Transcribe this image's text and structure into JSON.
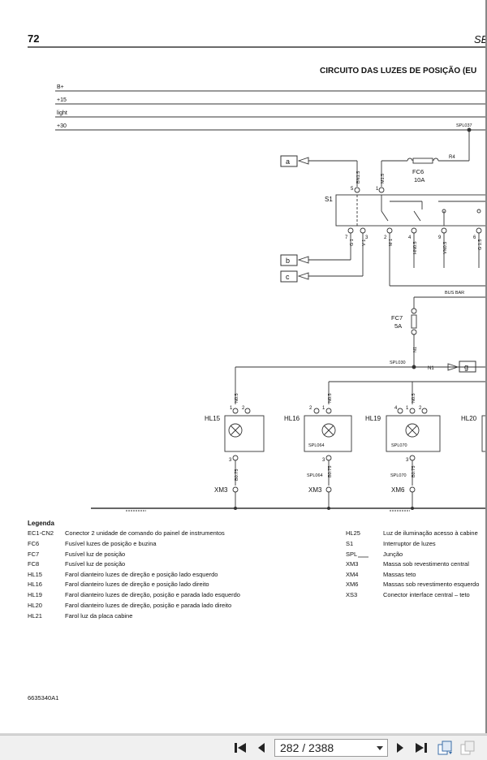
{
  "page": {
    "number": "72",
    "header_right": "SE",
    "title": "CIRCUITO DAS LUZES DE POSIÇÃO (EU",
    "doc_code": "6635340A1"
  },
  "rails": [
    "B+",
    "+15",
    "light",
    "+30"
  ],
  "diagram": {
    "spl037": "SPL037",
    "r4": "R4",
    "fc6_name": "FC6",
    "fc6_rating": "10A",
    "s1": "S1",
    "box_a": "a",
    "box_b": "b",
    "box_c": "c",
    "box_g": "g",
    "bus_bar": "BUS BAR",
    "fc7_name": "FC7",
    "fc7_rating": "5A",
    "spl030": "SPL030",
    "n1_wire": "N1",
    "n1_arrow": "N1",
    "w_bn15": "BN1.5",
    "w_m15": "M1.5",
    "w_g1": "G 1",
    "w_v1": "V 1",
    "w_m1": "M 1",
    "w_hn05": "HN0.5",
    "w_vn05": "VN0.5",
    "w_g15": "G 1.5",
    "pin5": "5",
    "pin1": "1",
    "pin7": "7",
    "pin3": "3",
    "pin2": "2",
    "pin4": "4",
    "pin9": "9",
    "pin6": "6",
    "lamps": [
      {
        "name": "HL15",
        "wire_top": "N0.5",
        "wire_bottom": "B0.75",
        "ground": "XM3"
      },
      {
        "name": "HL16",
        "wire_top": "N0.5",
        "wire_bottom": "B0.75",
        "ground": "XM3",
        "spl_in": "SPL064",
        "spl_out": "SPL064"
      },
      {
        "name": "HL19",
        "wire_top": "N0.5",
        "wire_bottom": "B0.75",
        "ground": "XM6",
        "spl_in": "SPL070",
        "spl_out": "SPL070"
      },
      {
        "name": "HL20"
      }
    ],
    "lamp_pins": {
      "p1": "1",
      "p2": "2",
      "p3": "3",
      "p4": "4"
    }
  },
  "legend": {
    "title": "Legenda",
    "left": [
      [
        "EC1-CN2",
        "Conector 2 unidade de comando do painel de instrumentos"
      ],
      [
        "FC6",
        "Fusível luzes de posição e buzina"
      ],
      [
        "FC7",
        "Fusível luz de posição"
      ],
      [
        "FC8",
        "Fusível luz de posição"
      ],
      [
        "HL15",
        "Farol dianteiro luzes de direção e posição lado esquerdo"
      ],
      [
        "HL16",
        "Farol dianteiro luzes de direção e posição lado direito"
      ],
      [
        "HL19",
        "Farol dianteiro luzes de direção, posição e parada lado esquerdo"
      ],
      [
        "HL20",
        "Farol dianteiro luzes de direção, posição e parada lado direito"
      ],
      [
        "HL21",
        "Farol luz da placa cabine"
      ]
    ],
    "right": [
      [
        "HL25",
        "Luz de iluminação acesso à cabine"
      ],
      [
        "S1",
        "Interruptor de luzes"
      ],
      [
        "SPL",
        "Junção"
      ],
      [
        "XM3",
        "Massa sob revestimento central"
      ],
      [
        "XM4",
        "Massas teto"
      ],
      [
        "XM6",
        "Massas sob revestimento esquerdo"
      ],
      [
        "XS3",
        "Conector interface central – teto"
      ]
    ]
  },
  "toolbar": {
    "page_display": "282 / 2388",
    "first_icon": "first-page-icon",
    "prev_icon": "previous-page-icon",
    "next_icon": "next-page-icon",
    "last_icon": "last-page-icon",
    "view1_icon": "view-mode-icon",
    "view2_icon": "view-mode-disabled-icon"
  }
}
